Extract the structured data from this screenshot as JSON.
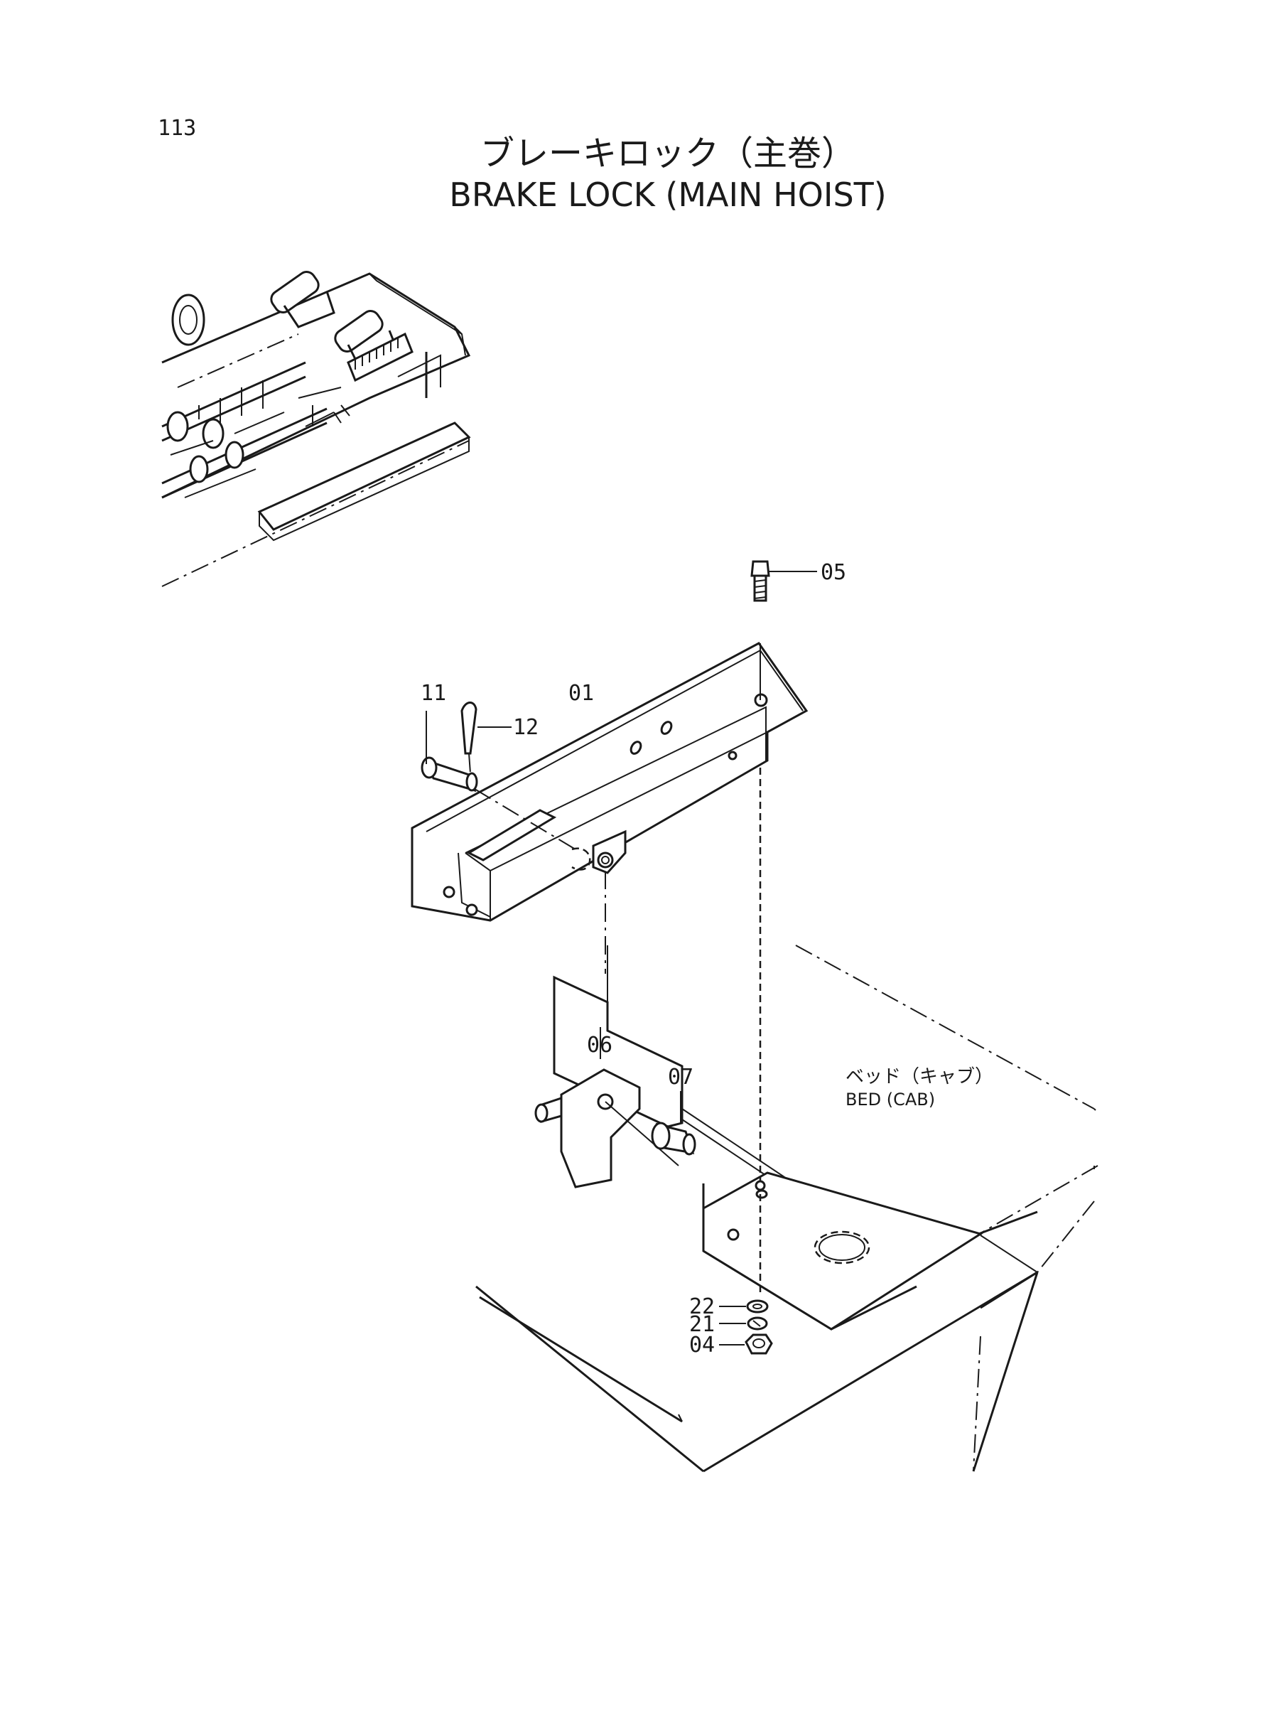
{
  "page_number": "113",
  "title_ja": "ブレーキロック（主巻）",
  "title_en": "BRAKE LOCK (MAIN HOIST)",
  "bed_label_ja": "ベッド（キャブ）",
  "bed_label_en": "BED (CAB)",
  "callouts": {
    "p01": "01",
    "p04": "04",
    "p05": "05",
    "p06": "06",
    "p07": "07",
    "p11": "11",
    "p12": "12",
    "p21": "21",
    "p22": "22"
  }
}
